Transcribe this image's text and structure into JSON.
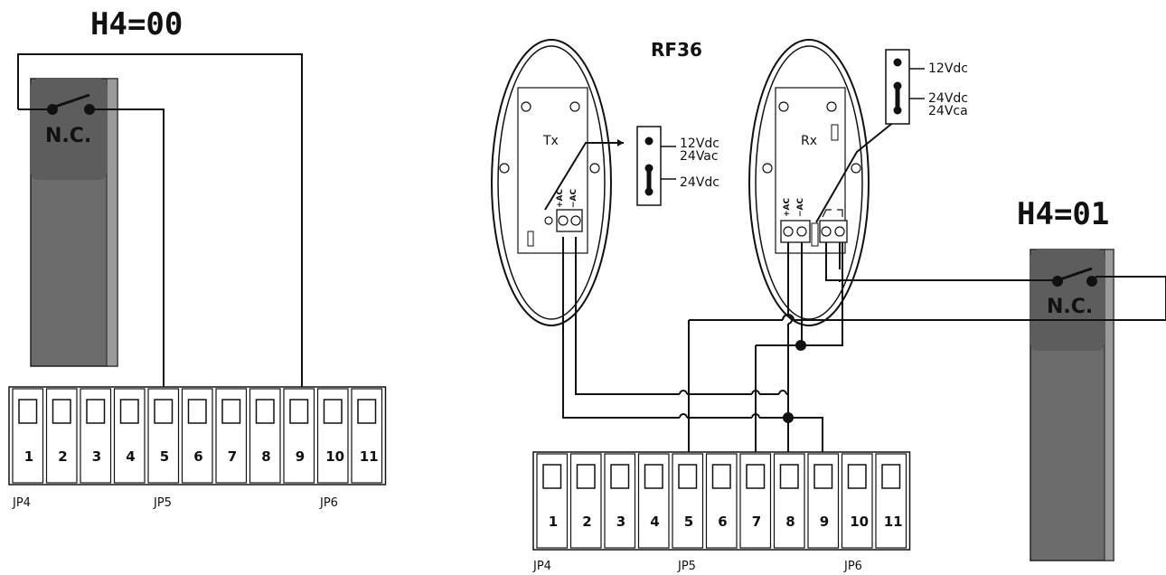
{
  "left_diagram": {
    "mode_label": "H4=00",
    "contact_label": "N.C.",
    "terminals": [
      "1",
      "2",
      "3",
      "4",
      "5",
      "6",
      "7",
      "8",
      "9",
      "10",
      "11"
    ],
    "connector_labels": [
      "JP4",
      "JP5",
      "JP6"
    ]
  },
  "right_diagram": {
    "mode_label": "H4=01",
    "contact_label": "N.C.",
    "model_label": "RF36",
    "tx_label": "Tx",
    "rx_label": "Rx",
    "tx_terminal_plus": "+AC",
    "tx_terminal_minus": "−AC",
    "rx_terminal_plus": "+AC",
    "rx_terminal_minus": "−AC",
    "tx_jumper": [
      "12Vdc",
      "24Vac",
      "24Vdc"
    ],
    "rx_jumper": [
      "12Vdc",
      "24Vdc",
      "24Vca"
    ],
    "terminals": [
      "1",
      "2",
      "3",
      "4",
      "5",
      "6",
      "7",
      "8",
      "9",
      "10",
      "11"
    ],
    "connector_labels": [
      "JP4",
      "JP5",
      "JP6"
    ]
  }
}
